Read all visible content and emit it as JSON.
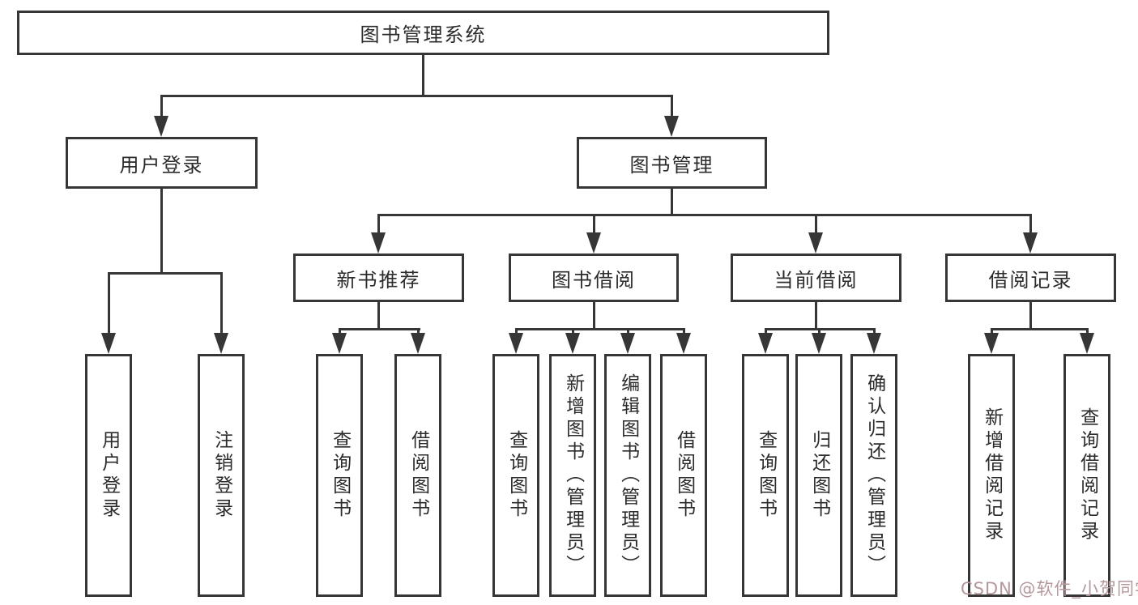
{
  "tree": {
    "root": {
      "label": "图书管理系统",
      "children": [
        {
          "label": "用户登录",
          "children": [
            {
              "label": "用户登录"
            },
            {
              "label": "注销登录"
            }
          ]
        },
        {
          "label": "图书管理",
          "children": [
            {
              "label": "新书推荐",
              "children": [
                {
                  "label": "查询图书"
                },
                {
                  "label": "借阅图书"
                }
              ]
            },
            {
              "label": "图书借阅",
              "children": [
                {
                  "label": "查询图书"
                },
                {
                  "label": "新增图书（管理员）"
                },
                {
                  "label": "编辑图书（管理员）"
                },
                {
                  "label": "借阅图书"
                }
              ]
            },
            {
              "label": "当前借阅",
              "children": [
                {
                  "label": "查询图书"
                },
                {
                  "label": "归还图书"
                },
                {
                  "label": "确认归还（管理员）"
                }
              ]
            },
            {
              "label": "借阅记录",
              "children": [
                {
                  "label": "新增借阅记录"
                },
                {
                  "label": "查询借阅记录"
                }
              ]
            }
          ]
        }
      ]
    }
  },
  "watermark": {
    "text": "CSDN @软件_小贺同学"
  },
  "colors": {
    "line": "#363636",
    "text": "#2b2b2b",
    "background": "#ffffff",
    "watermark": "#b4989c"
  }
}
